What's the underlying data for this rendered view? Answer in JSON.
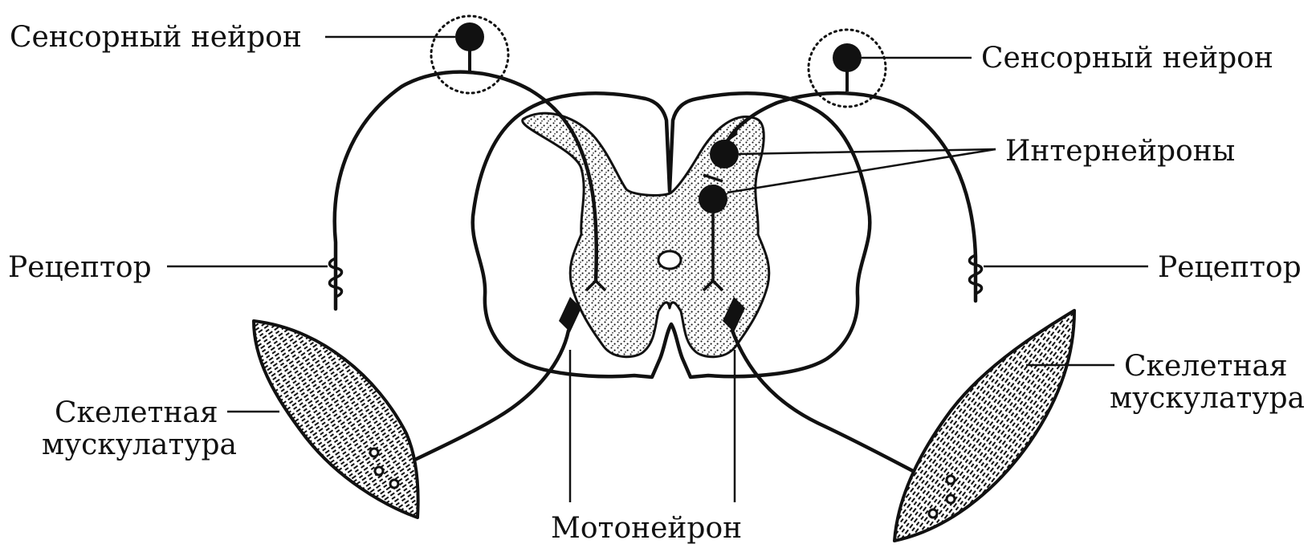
{
  "labels": {
    "sensory_left": "Сенсорный нейрон",
    "sensory_right": "Сенсорный нейрон",
    "interneurons": "Интернейроны",
    "receptor_left": "Рецептор",
    "receptor_right": "Рецептор",
    "muscle_left_1": "Скелетная",
    "muscle_left_2": "мускулатура",
    "muscle_right_1": "Скелетная",
    "muscle_right_2": "мускулатура",
    "motoneuron": "Мотонейрон"
  }
}
